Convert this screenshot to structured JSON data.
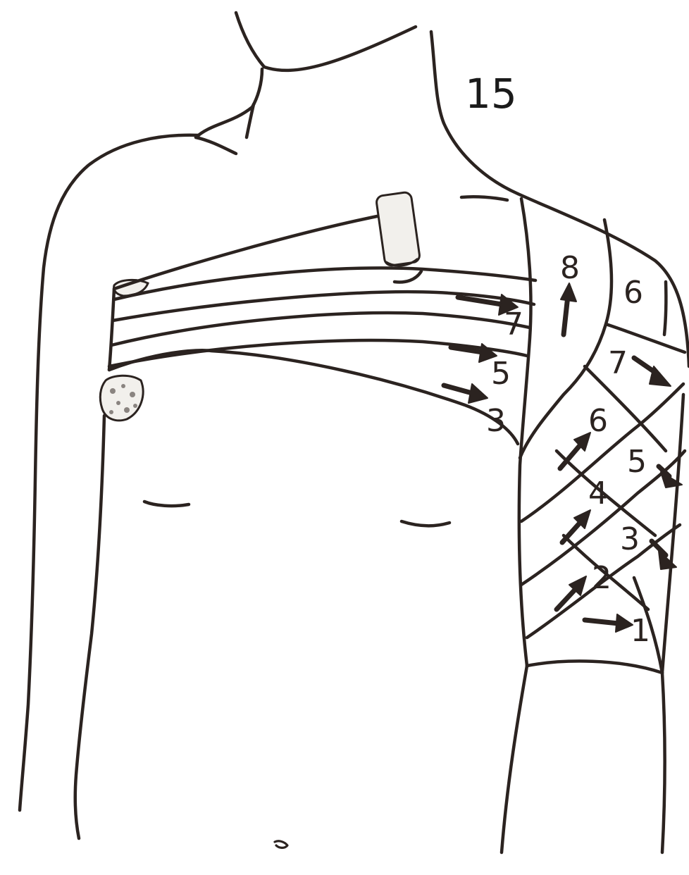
{
  "figure_number": "15",
  "colors": {
    "ink": "#2b2320",
    "paper": "#ffffff",
    "padding": "#f2f0ec"
  },
  "chest_band_labels": [
    "7",
    "5",
    "3"
  ],
  "shoulder_ascending_labels": [
    "8",
    "6",
    "4",
    "2"
  ],
  "shoulder_descending_labels": [
    "6",
    "7",
    "5",
    "3",
    "1"
  ]
}
